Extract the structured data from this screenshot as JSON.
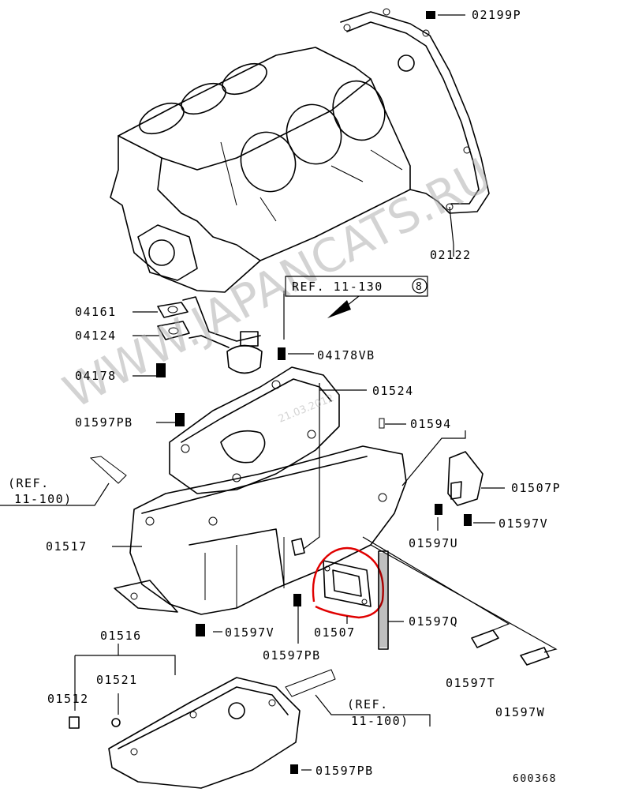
{
  "diagram": {
    "title": "Engine block / oil pan assembly",
    "watermark": "WWW.JAPANCATS.RU",
    "date_stamp": "21.03.2012",
    "figure_number": "600368",
    "highlight_color": "#e00000",
    "callouts": [
      {
        "id": "02199P",
        "text": "02199P"
      },
      {
        "id": "02122",
        "text": "02122"
      },
      {
        "id": "04161",
        "text": "04161"
      },
      {
        "id": "04124",
        "text": "04124"
      },
      {
        "id": "04178",
        "text": "04178"
      },
      {
        "id": "04178VB",
        "text": "04178VB"
      },
      {
        "id": "01524",
        "text": "01524"
      },
      {
        "id": "01597PB_top",
        "text": "01597PB"
      },
      {
        "id": "01594",
        "text": "01594"
      },
      {
        "id": "01507P",
        "text": "01507P"
      },
      {
        "id": "01597V_right",
        "text": "01597V"
      },
      {
        "id": "01597U",
        "text": "01597U"
      },
      {
        "id": "01517",
        "text": "01517"
      },
      {
        "id": "01597V_mid",
        "text": "01597V"
      },
      {
        "id": "01597PB_mid",
        "text": "01597PB"
      },
      {
        "id": "01507",
        "text": "01507"
      },
      {
        "id": "01597Q",
        "text": "01597Q"
      },
      {
        "id": "01597T",
        "text": "01597T"
      },
      {
        "id": "01597W",
        "text": "01597W"
      },
      {
        "id": "01516",
        "text": "01516"
      },
      {
        "id": "01521",
        "text": "01521"
      },
      {
        "id": "01512",
        "text": "01512"
      },
      {
        "id": "01597PB_bottom",
        "text": "01597PB"
      }
    ],
    "refs": {
      "ref_11_130": "REF. 11-130",
      "ref_11_130_circle": "8",
      "ref_11_100_left_a": "(REF.",
      "ref_11_100_left_b": "11-100)",
      "ref_11_100_bottom_a": "(REF.",
      "ref_11_100_bottom_b": "11-100)"
    }
  }
}
